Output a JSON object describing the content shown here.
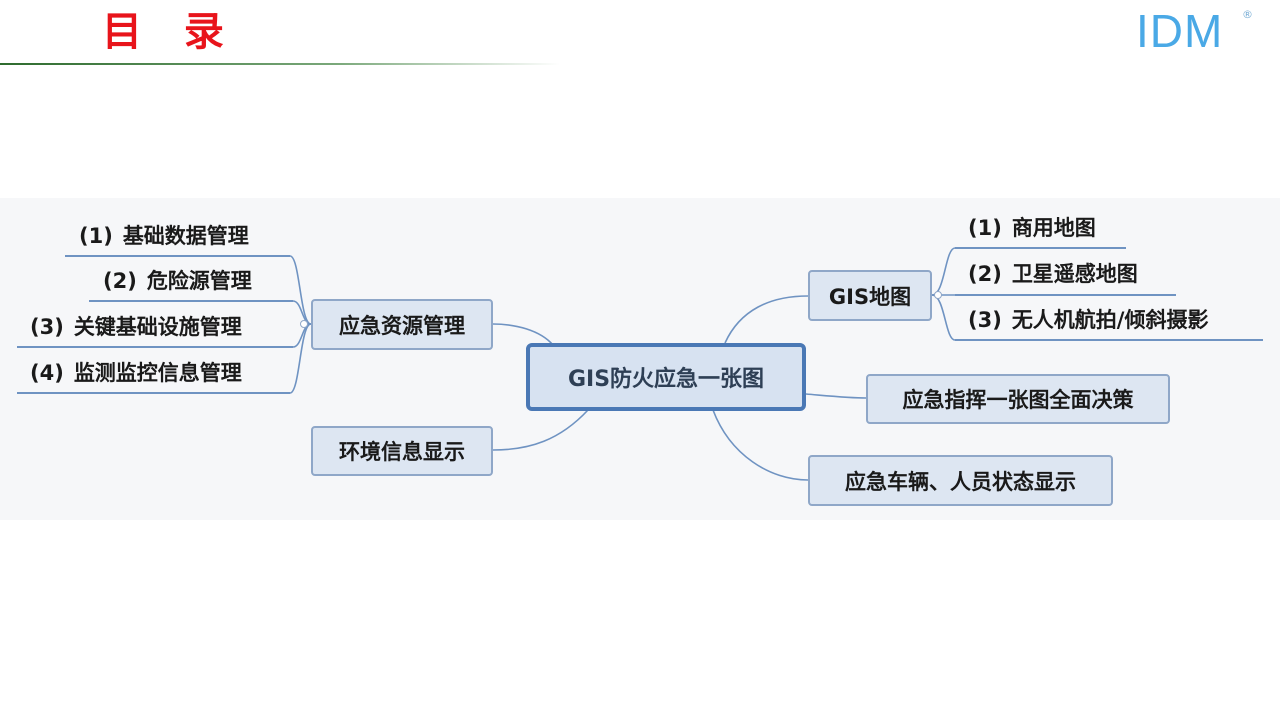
{
  "header": {
    "title": "目 录",
    "logo_text": "IDM",
    "logo_reg": "®"
  },
  "mindmap": {
    "center": "GIS防火应急一张图",
    "left": {
      "resource": "应急资源管理",
      "resource_items": [
        {
          "num": "(1)",
          "text": "基础数据管理"
        },
        {
          "num": "(2)",
          "text": "危险源管理"
        },
        {
          "num": "(3)",
          "text": "关键基础设施管理"
        },
        {
          "num": "(4)",
          "text": "监测监控信息管理"
        }
      ],
      "environment": "环境信息显示"
    },
    "right": {
      "gis_map": "GIS地图",
      "gis_items": [
        {
          "num": "(1)",
          "text": "商用地图"
        },
        {
          "num": "(2)",
          "text": "卫星遥感地图"
        },
        {
          "num": "(3)",
          "text": "无人机航拍/倾斜摄影"
        }
      ],
      "command": "应急指挥一张图全面决策",
      "vehicles": "应急车辆、人员状态显示"
    }
  },
  "colors": {
    "title": "#e8141b",
    "node_fill": "#dde6f2",
    "node_border": "#8fa7c8",
    "center_border": "#4a78b5",
    "connector": "#6f93c2",
    "logo": "#4aa9e6"
  }
}
